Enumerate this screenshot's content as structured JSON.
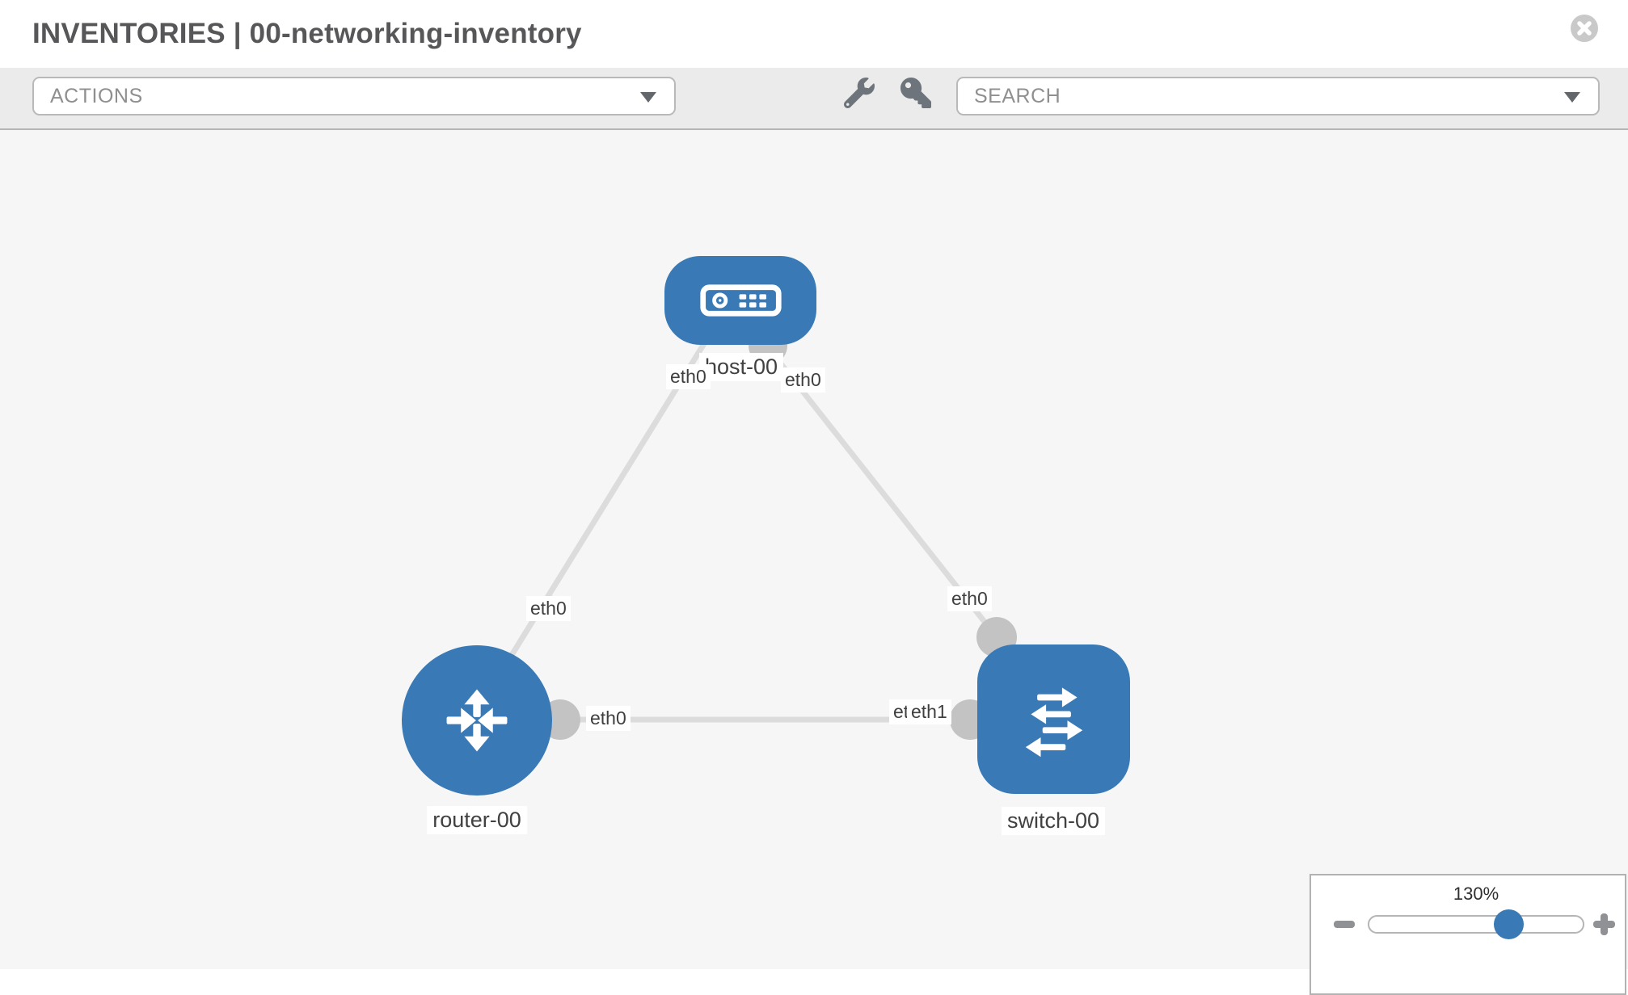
{
  "header": {
    "title": "INVENTORIES | 00-networking-inventory",
    "close_icon": "x-circle-icon"
  },
  "toolbar": {
    "actions_label": "ACTIONS",
    "search_label": "SEARCH",
    "tool_icons": [
      "wrench-icon",
      "key-icon"
    ]
  },
  "topology": {
    "nodes": [
      {
        "id": "host-00",
        "label": "host-00",
        "type": "host",
        "icon": "host-icon"
      },
      {
        "id": "router-00",
        "label": "router-00",
        "type": "router",
        "icon": "router-icon"
      },
      {
        "id": "switch-00",
        "label": "switch-00",
        "type": "switch",
        "icon": "switch-icon"
      }
    ],
    "links": [
      {
        "source": "host-00",
        "source_interface": "eth0",
        "target": "router-00",
        "target_interface": "eth0"
      },
      {
        "source": "host-00",
        "source_interface": "eth0",
        "target": "switch-00",
        "target_interface": "eth0"
      },
      {
        "source": "router-00",
        "source_interface": "eth0",
        "target": "switch-00",
        "target_interface": "eth1"
      }
    ],
    "edge_labels": [
      {
        "text": "eth0",
        "position": "host-side-to-router"
      },
      {
        "text": "eth0",
        "position": "host-side-to-switch"
      },
      {
        "text": "eth0",
        "position": "router-side-to-host"
      },
      {
        "text": "eth0",
        "position": "switch-side-to-host"
      },
      {
        "text": "eth0",
        "position": "router-side-to-switch"
      },
      {
        "text": "eth0",
        "position": "switch-side-to-router-under"
      },
      {
        "text": "eth1",
        "position": "switch-side-to-router"
      }
    ]
  },
  "zoom_control": {
    "value": "130%",
    "slider_percent": 65,
    "minus_icon": "minus-icon",
    "plus_icon": "plus-icon"
  },
  "colors": {
    "node_blue": "#3879b6",
    "link_gray": "#dcdcdc",
    "port_gray": "#c3c3c3",
    "toolbar_bg": "#ebebeb",
    "canvas_bg": "#f6f6f6"
  }
}
